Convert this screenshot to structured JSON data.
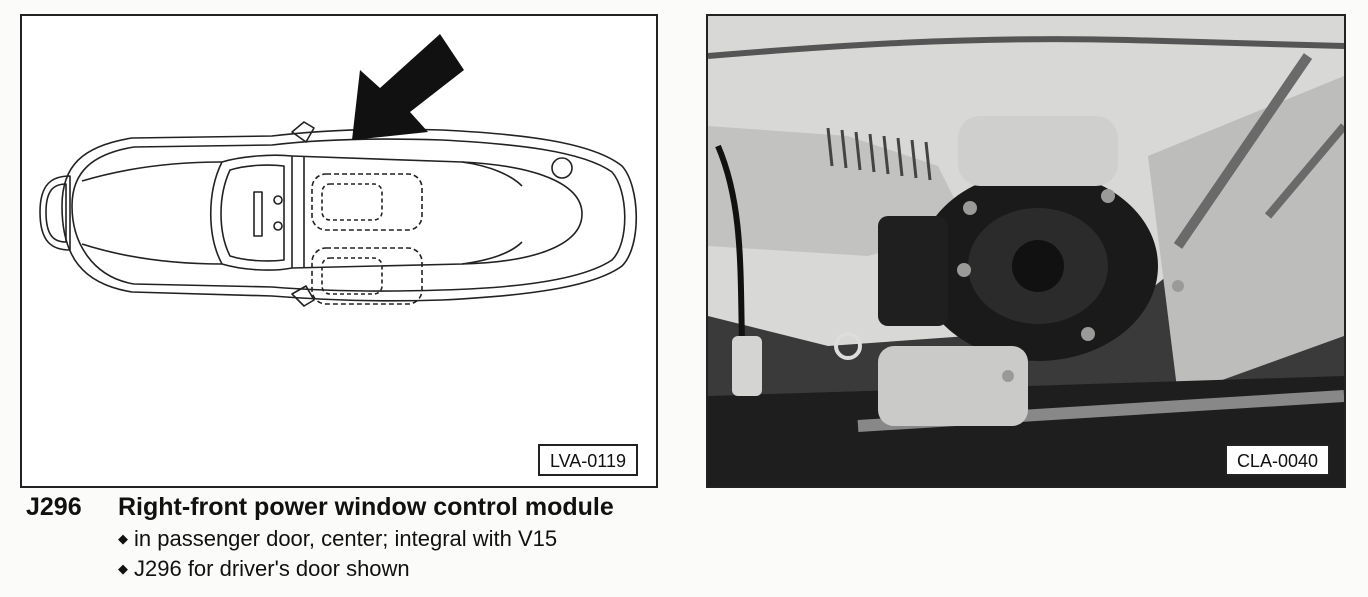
{
  "figures": {
    "left_id": "LVA-0119",
    "right_id": "CLA-0040"
  },
  "caption": {
    "code": "J296",
    "title": "Right-front power window control module",
    "bullets": [
      "in passenger door, center; integral with V15",
      "J296 for driver's door shown"
    ]
  },
  "icons": {
    "bullet": "diamond-bullet-icon",
    "pointer": "arrow-pointer-icon"
  },
  "colors": {
    "line": "#222222",
    "background": "#fbfbf9"
  }
}
